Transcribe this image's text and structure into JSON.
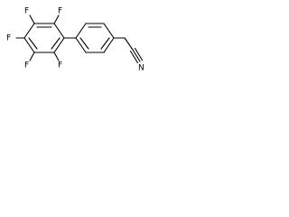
{
  "molecule": {
    "atoms": {
      "fluorine_top_left": "F",
      "fluorine_top_right": "F",
      "fluorine_left": "F",
      "fluorine_bottom_left": "F",
      "fluorine_bottom_right": "F",
      "nitrile_nitrogen": "N"
    }
  }
}
